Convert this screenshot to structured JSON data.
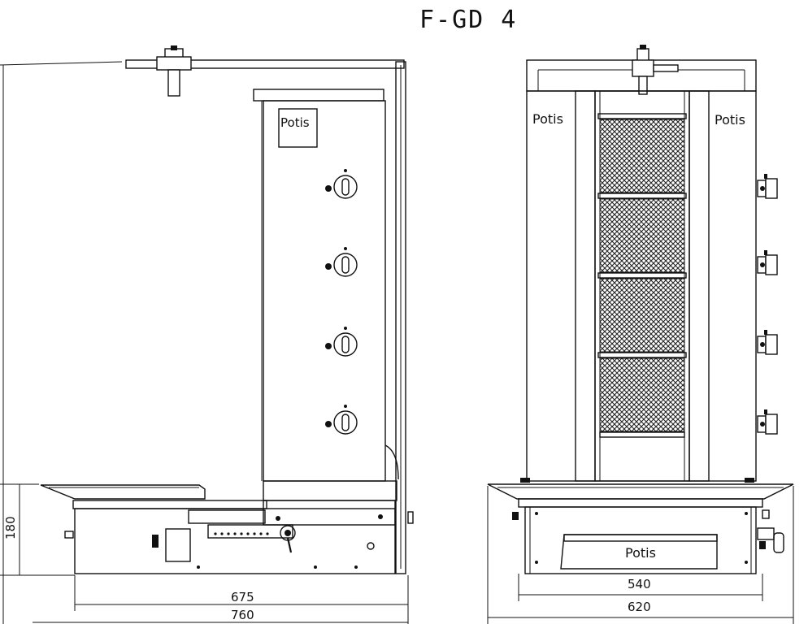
{
  "title": "F-GD 4",
  "brand": "Potis",
  "dimensions": {
    "side_height": "180",
    "side_depth_inner": "675",
    "side_depth_outer": "760",
    "front_width_inner": "540",
    "front_width_outer": "620"
  },
  "side_view": {
    "knob_count": 4
  },
  "front_view": {
    "burner_count": 4,
    "knob_count": 4
  }
}
